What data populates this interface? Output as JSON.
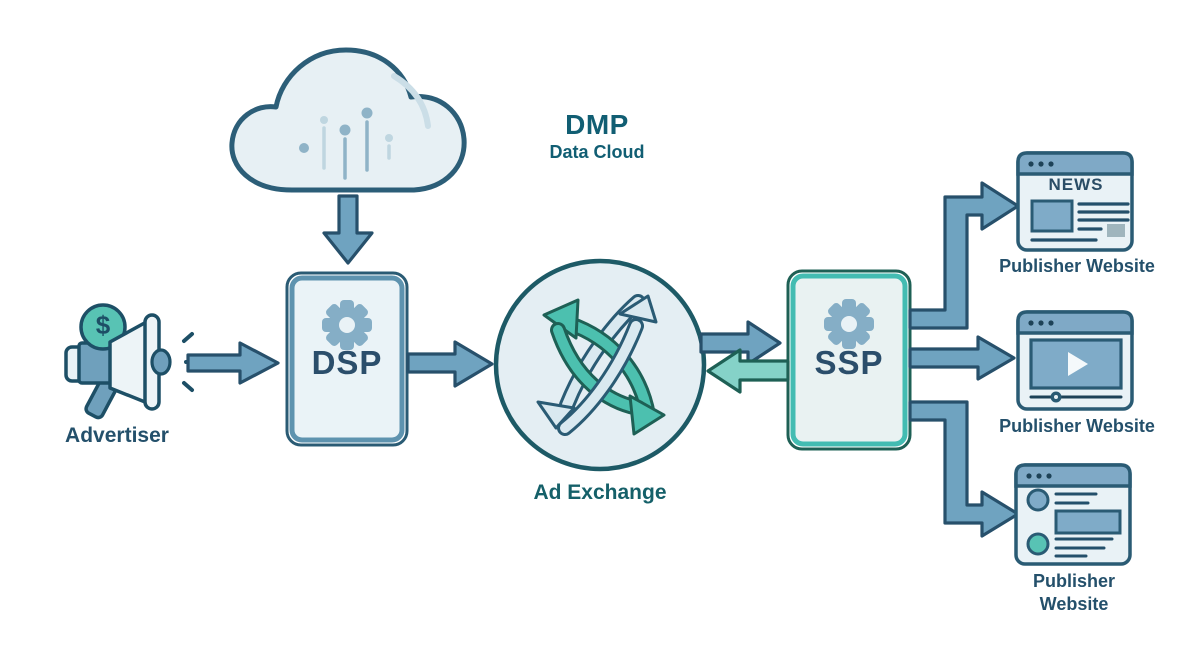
{
  "colors": {
    "outline_dark": "#2A5B74",
    "outline_teal": "#1E6055",
    "arrow_fill": "#6FA3C0",
    "panel_fill": "#E9F2F6",
    "teal": "#4CC0AF",
    "teal_box_border": "#43BCB2",
    "pale_arrow": "#D9E9F0",
    "gear": "#85AEC6",
    "browser_title_bar": "#7FA9C6",
    "content_block": "#7FABC8",
    "ad_block_gray": "#9FB5BD",
    "text_dark": "#24506B",
    "text_teal": "#115E73"
  },
  "nodes": {
    "advertiser": {
      "label": "Advertiser",
      "coin_symbol": "$"
    },
    "dmp": {
      "title": "DMP",
      "subtitle": "Data Cloud"
    },
    "dsp": {
      "label": "DSP"
    },
    "ad_exchange": {
      "label": "Ad Exchange"
    },
    "ssp": {
      "label": "SSP"
    },
    "publishers": [
      {
        "headline": "NEWS",
        "label": "Publisher Website"
      },
      {
        "label": "Publisher Website"
      },
      {
        "label_line1": "Publisher",
        "label_line2": "Website"
      }
    ]
  }
}
